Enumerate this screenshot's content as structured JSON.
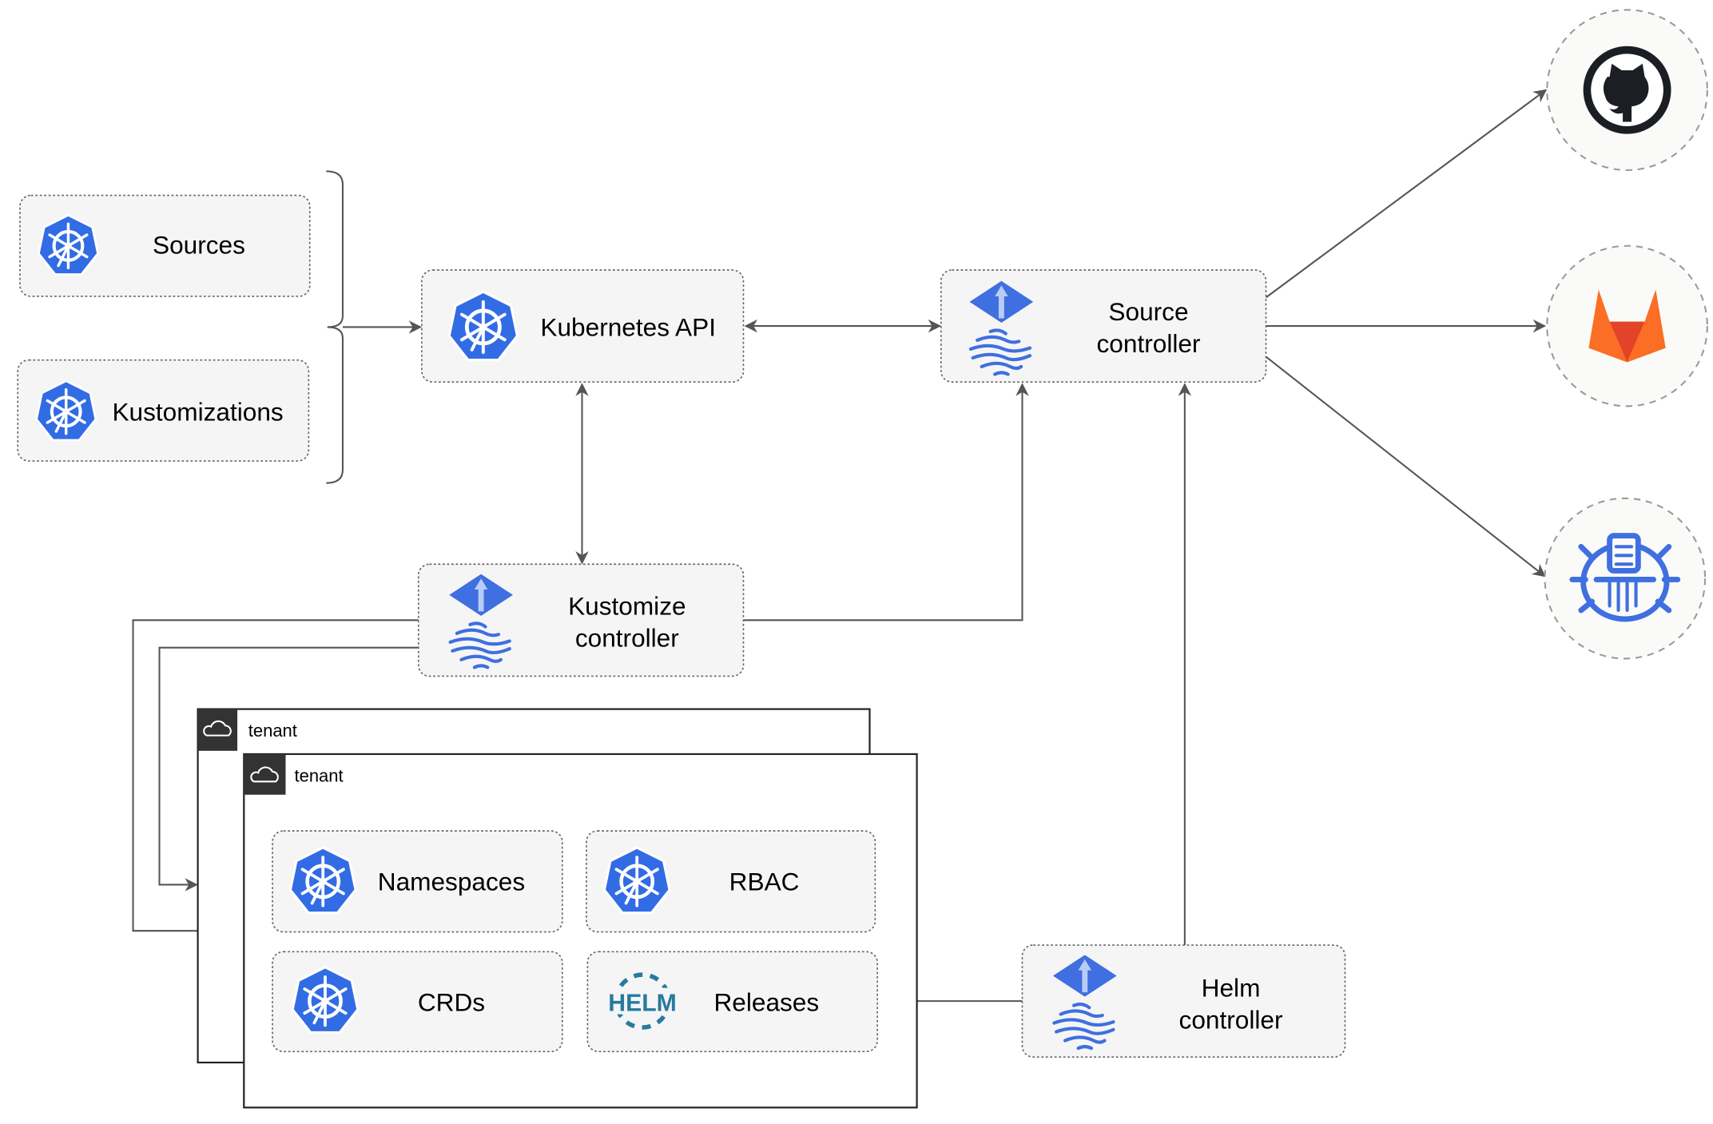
{
  "nodes": {
    "sources": "Sources",
    "kustomizations": "Kustomizations",
    "kubernetes_api": "Kubernetes API",
    "source_controller": [
      "Source",
      "controller"
    ],
    "kustomize_controller": [
      "Kustomize",
      "controller"
    ],
    "helm_controller": [
      "Helm",
      "controller"
    ],
    "namespaces": "Namespaces",
    "rbac": "RBAC",
    "crds": "CRDs",
    "releases": "Releases"
  },
  "tenants": [
    "tenant",
    "tenant"
  ],
  "helm_logo_text": "HELM",
  "external_sources": [
    "github-icon",
    "gitlab-icon",
    "bucket-icon"
  ],
  "colors": {
    "kubernetes_blue": "#326ce5",
    "flux_blue": "#3f6fe0",
    "gitlab_orange": "#e24329",
    "gitlab_light": "#fca326",
    "helm_blue": "#277a9f",
    "github_dark": "#1b1f23",
    "edge": "#555555"
  }
}
